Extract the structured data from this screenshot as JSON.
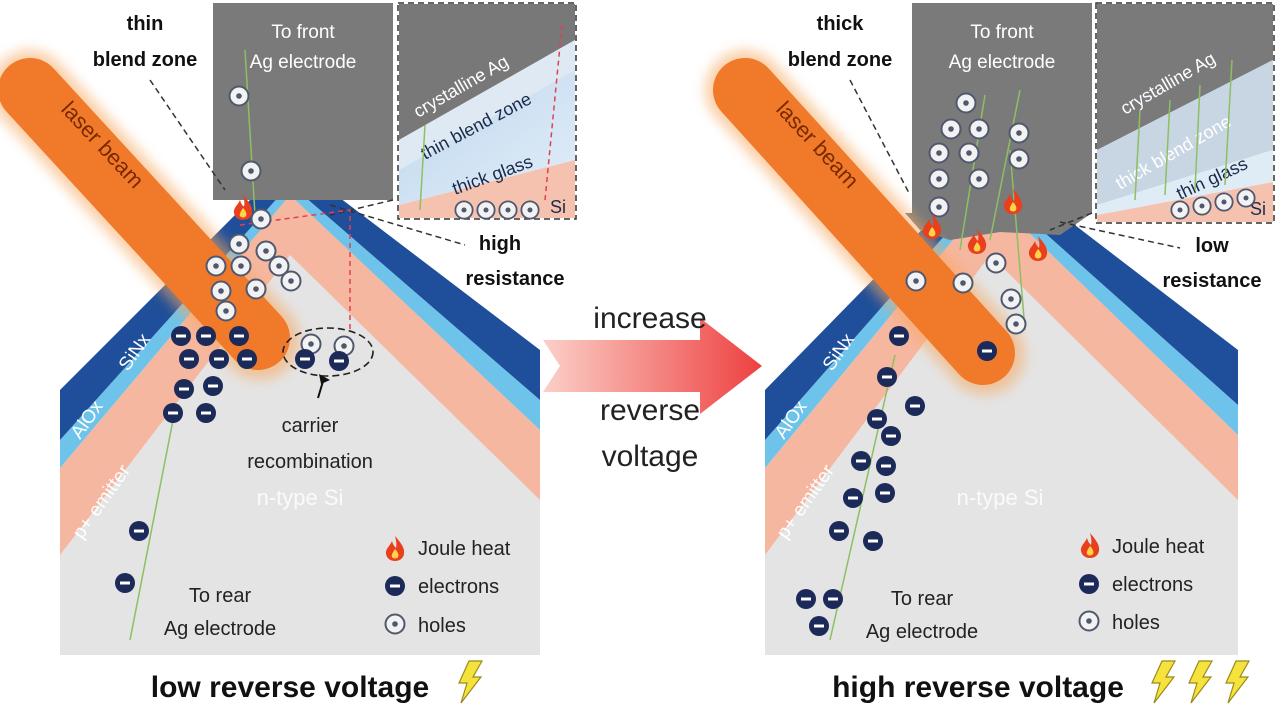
{
  "left": {
    "blend_label": [
      "thin",
      "blend zone"
    ],
    "electrode": [
      "To front",
      "Ag electrode"
    ],
    "inset": {
      "crystalline": "crystalline Ag",
      "blend": "thin blend zone",
      "glass": "thick glass",
      "si": "Si"
    },
    "resistance": [
      "high",
      "resistance"
    ],
    "recombination": [
      "carrier",
      "recombination"
    ],
    "rear": [
      "To rear",
      "Ag electrode"
    ],
    "title": "low reverse voltage"
  },
  "right": {
    "blend_label": [
      "thick",
      "blend zone"
    ],
    "electrode": [
      "To front",
      "Ag electrode"
    ],
    "inset": {
      "crystalline": "crystalline Ag",
      "blend": "thick blend zone",
      "glass": "thin glass",
      "si": "Si"
    },
    "resistance": [
      "low",
      "resistance"
    ],
    "rear": [
      "To rear",
      "Ag electrode"
    ],
    "title": "high reverse voltage"
  },
  "layers": {
    "sinx": "SiNx",
    "alox": "AlOx",
    "emitter": "p+ emitter",
    "ntype": "n-type Si"
  },
  "laser": "laser beam",
  "legend": {
    "joule": "Joule heat",
    "electrons": "electrons",
    "holes": "holes"
  },
  "center": [
    "increase",
    "reverse",
    "voltage"
  ],
  "colors": {
    "electrode": "#7a7a7a",
    "sinx": "#1f4f9a",
    "alox": "#6ec3ea",
    "emitter": "#f6b7a0",
    "ntype": "#e4e4e4",
    "laser": "#f07a2a",
    "electron": "#1c2a5a",
    "arrow": "#ee5050"
  }
}
